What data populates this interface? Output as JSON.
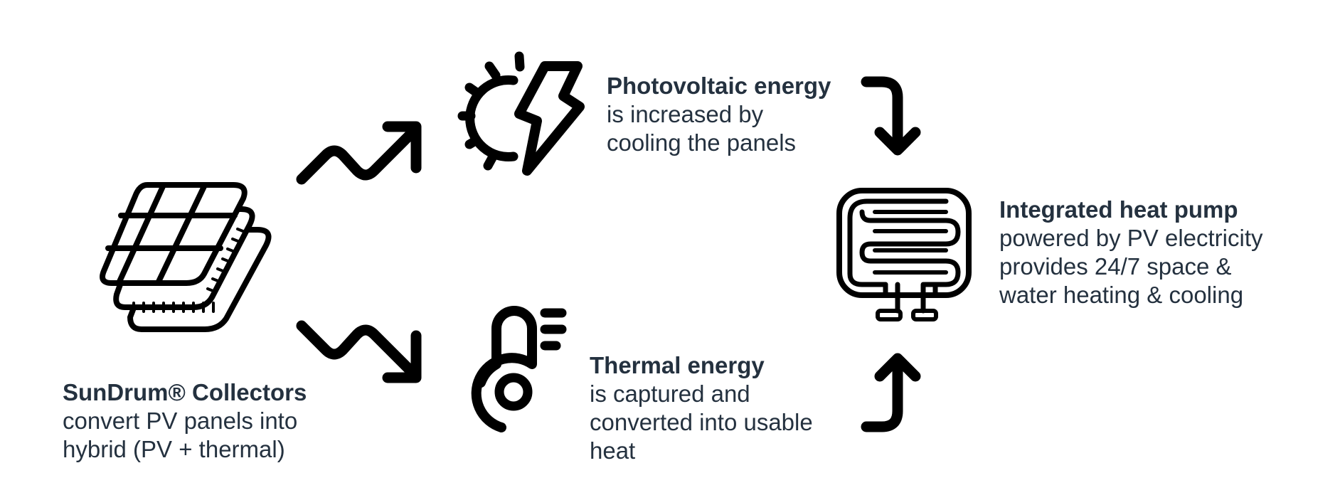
{
  "diagram": {
    "collectors": {
      "title": "SunDrum® Collectors",
      "lines": [
        "convert PV panels into",
        "hybrid (PV + thermal)"
      ]
    },
    "photovoltaic": {
      "title": "Photovoltaic energy",
      "lines": [
        "is increased by",
        "cooling the panels"
      ]
    },
    "thermal": {
      "title": "Thermal energy",
      "lines": [
        "is captured and",
        "converted into usable",
        "heat"
      ]
    },
    "heat_pump": {
      "title": "Integrated heat pump",
      "lines": [
        "powered by PV electricity",
        "provides 24/7 space &",
        "water heating & cooling"
      ]
    }
  },
  "colors": {
    "text": "#24313f",
    "icon": "#000000",
    "background": "#ffffff"
  },
  "icons": [
    "solar-panel-stack-icon",
    "trend-up-arrow-icon",
    "trend-down-arrow-icon",
    "sun-bolt-icon",
    "thermometer-icon",
    "heat-exchanger-coil-icon",
    "arrow-down-icon",
    "arrow-up-icon"
  ]
}
